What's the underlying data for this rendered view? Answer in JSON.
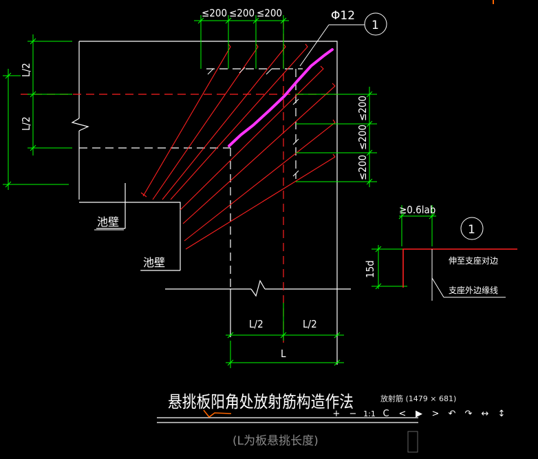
{
  "drawing": {
    "title": "悬挑板阳角处放射筋构造作法",
    "subtitle": "(L为板悬挑长度)",
    "top_dims": [
      "≤200",
      "≤200",
      "≤200"
    ],
    "right_dims": [
      "≤200",
      "≤200",
      "≤200"
    ],
    "left_dims": [
      "L/2",
      "L/2"
    ],
    "bottom_dims": [
      "L/2",
      "L/2"
    ],
    "bottom_total": "L",
    "bar_label": "Φ12",
    "marker_number": "1",
    "wall_label_1": "池壁",
    "wall_label_2": "池壁",
    "detail": {
      "marker_number": "1",
      "anchor_dim": "≥0.6lab",
      "hook_dim": "15d",
      "note_1": "伸至支座对边",
      "note_2": "支座外边缘线"
    }
  },
  "viewer": {
    "image_info": "放射筋 (1479 × 681)",
    "controls": [
      "+",
      "−",
      "1:1",
      "C",
      "<",
      "▶",
      ">",
      "↶",
      "↷",
      "↔",
      "↕"
    ]
  },
  "colors": {
    "background": "#000000",
    "outline": "#ffffff",
    "dimension": "#00ff00",
    "rebar": "#ff2020",
    "highlight": "#ff33ff",
    "annotation": "#ff6600"
  }
}
